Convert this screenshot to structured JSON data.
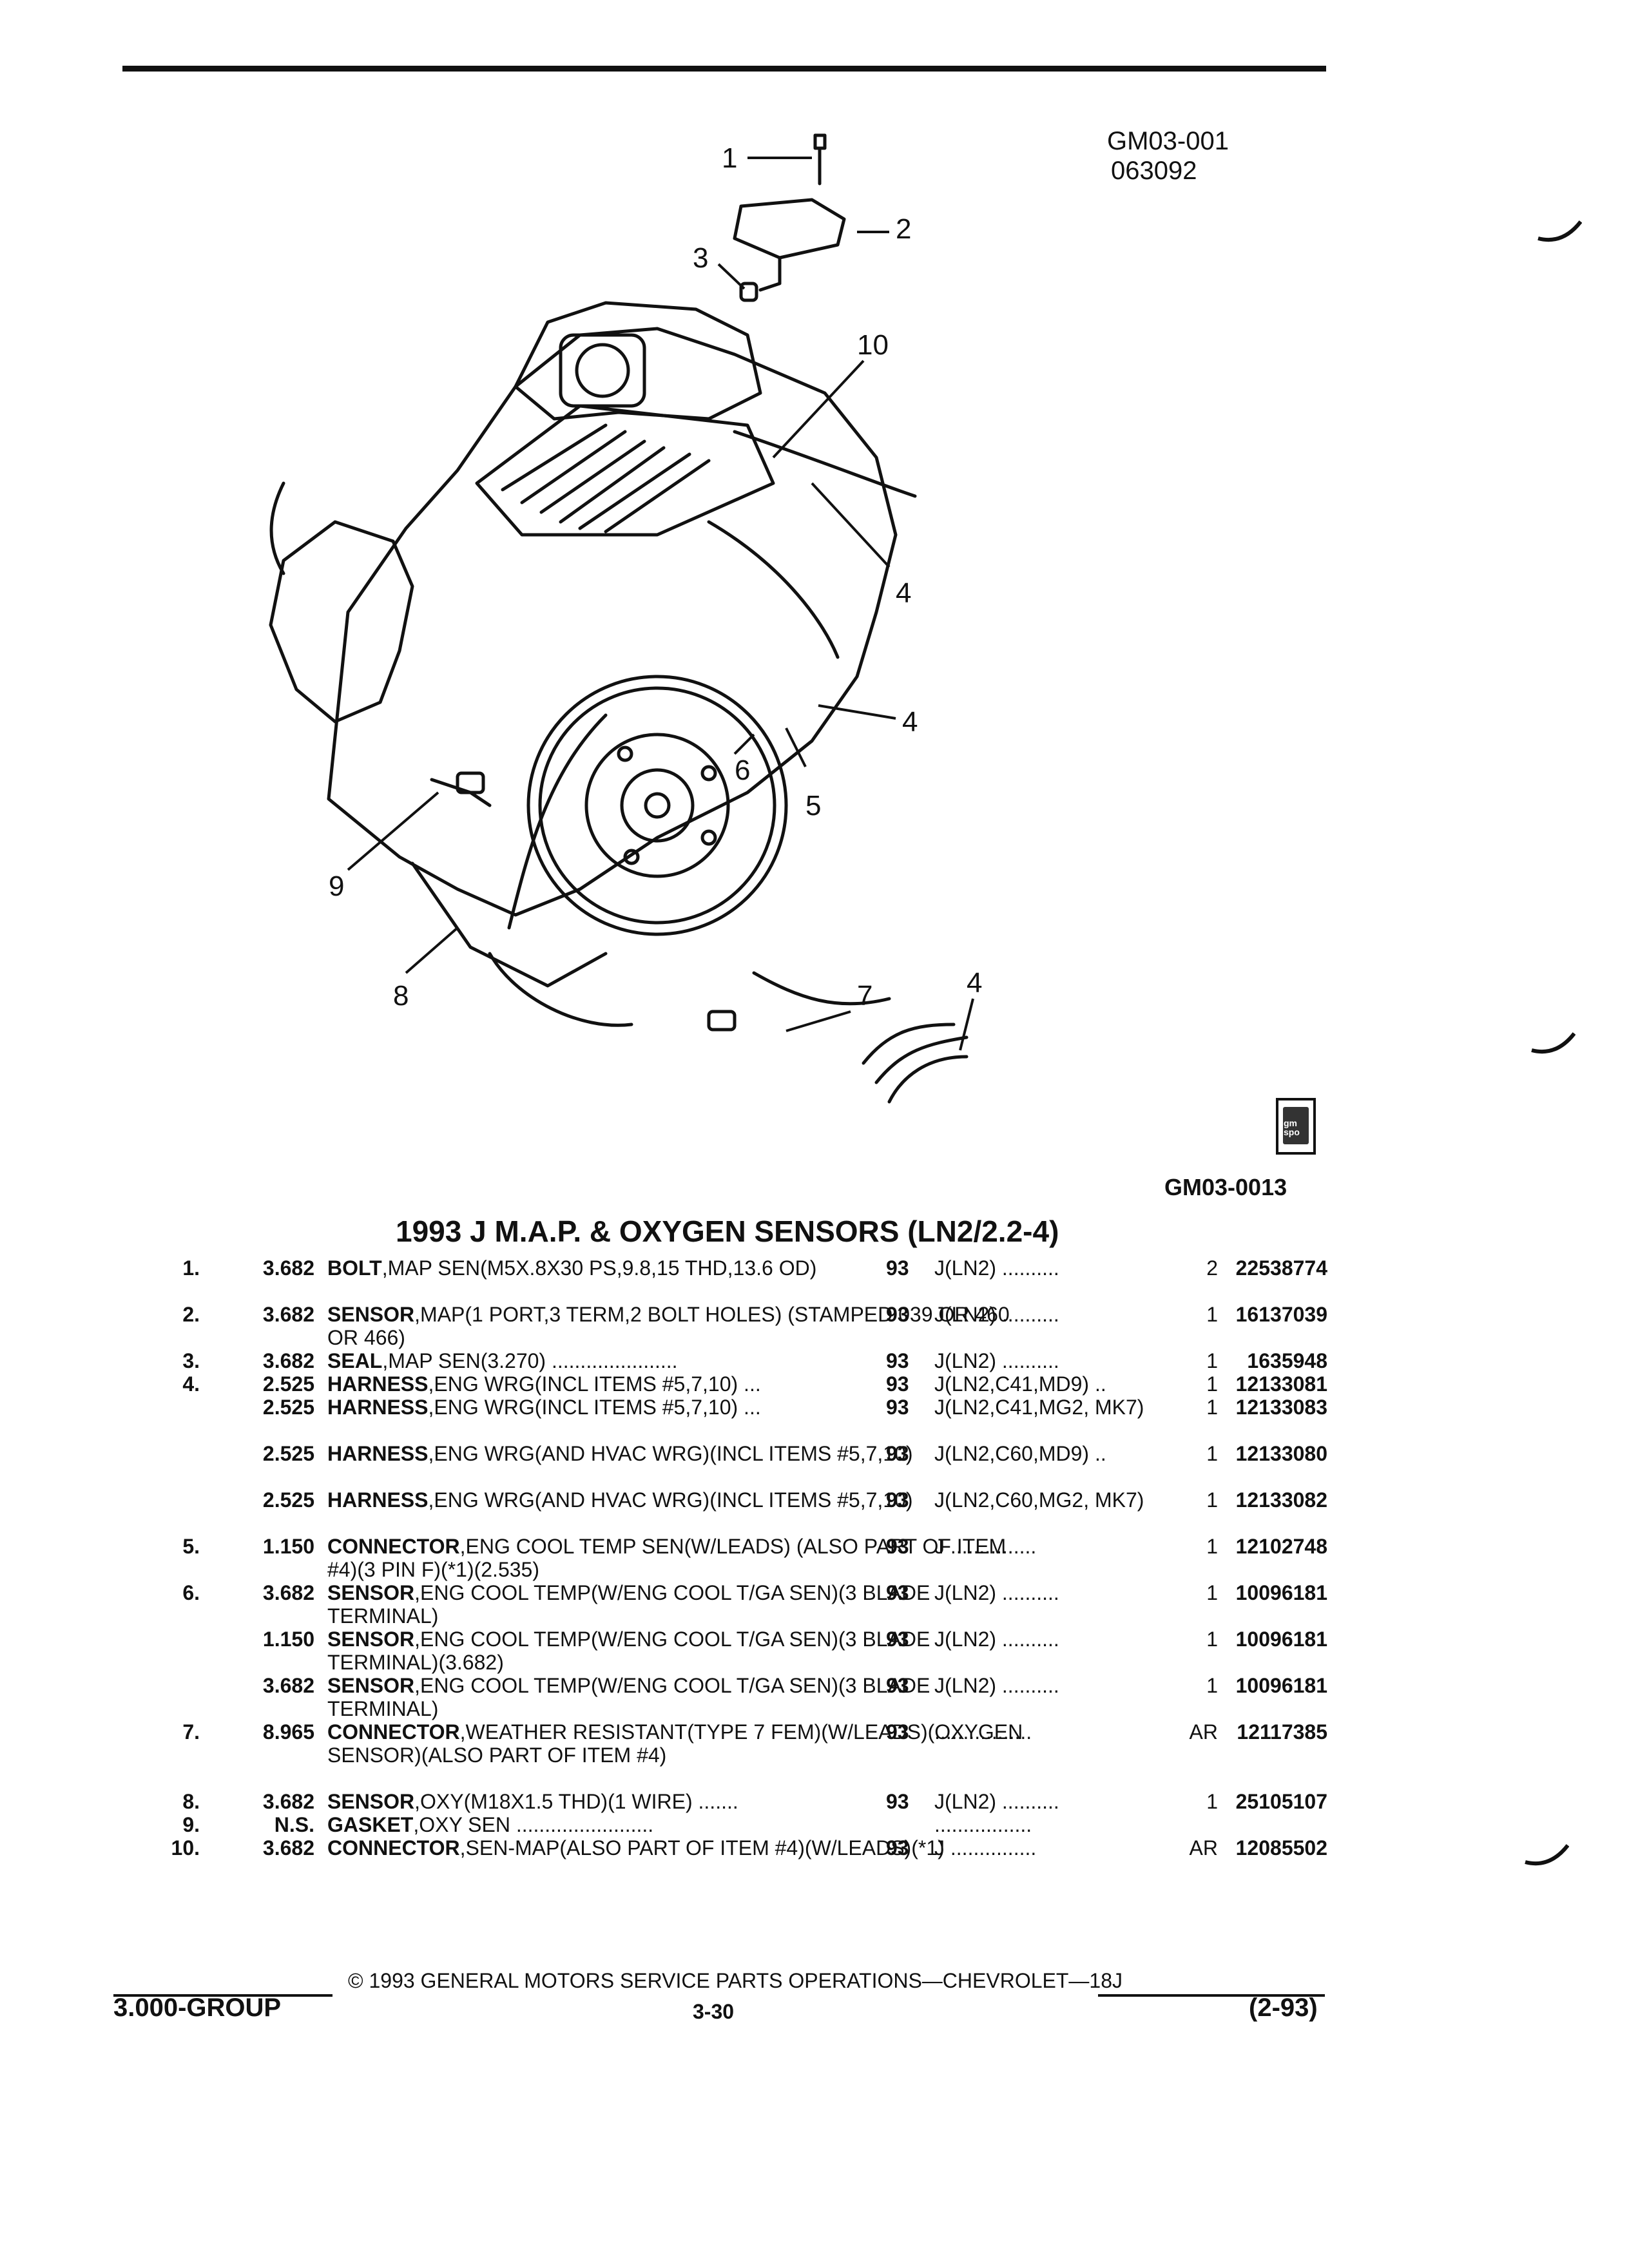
{
  "header": {
    "ref_code_1": "GM03-001",
    "ref_code_2": "063092"
  },
  "figure": {
    "callouts": [
      "1",
      "2",
      "3",
      "10",
      "4",
      "4",
      "6",
      "5",
      "9",
      "8",
      "7",
      "4"
    ],
    "code": "GM03-0013",
    "logo_text": "gm spo"
  },
  "title": "1993 J M.A.P. & OXYGEN SENSORS (LN2/2.2-4)",
  "parts": [
    {
      "no": "1.",
      "group": "3.682",
      "name": "BOLT",
      "desc": ",MAP SEN(M5X.8X30 PS,9.8,15 THD,13.6 OD)",
      "year": "93",
      "app": "J(LN2) ..........",
      "qty": "2",
      "part": "22538774"
    },
    {
      "no": "2.",
      "group": "3.682",
      "name": "SENSOR",
      "desc": ",MAP(1 PORT,3 TERM,2 BOLT HOLES) (STAMPED 039 OR 460 OR 466)",
      "year": "93",
      "app": "J(LN2) ..........",
      "qty": "1",
      "part": "16137039"
    },
    {
      "no": "3.",
      "group": "3.682",
      "name": "SEAL",
      "desc": ",MAP SEN(3.270) ......................",
      "year": "93",
      "app": "J(LN2) ..........",
      "qty": "1",
      "part": "1635948"
    },
    {
      "no": "4.",
      "group": "2.525",
      "name": "HARNESS",
      "desc": ",ENG WRG(INCL ITEMS #5,7,10) ...",
      "year": "93",
      "app": "J(LN2,C41,MD9) ..",
      "qty": "1",
      "part": "12133081"
    },
    {
      "no": "",
      "group": "2.525",
      "name": "HARNESS",
      "desc": ",ENG WRG(INCL ITEMS #5,7,10) ...",
      "year": "93",
      "app": "J(LN2,C41,MG2, MK7)",
      "qty": "1",
      "part": "12133083"
    },
    {
      "no": "",
      "group": "2.525",
      "name": "HARNESS",
      "desc": ",ENG WRG(AND HVAC WRG)(INCL ITEMS #5,7,10)",
      "year": "93",
      "app": "J(LN2,C60,MD9) ..",
      "qty": "1",
      "part": "12133080"
    },
    {
      "no": "",
      "group": "2.525",
      "name": "HARNESS",
      "desc": ",ENG WRG(AND HVAC WRG)(INCL ITEMS #5,7,10)",
      "year": "93",
      "app": "J(LN2,C60,MG2, MK7)",
      "qty": "1",
      "part": "12133082"
    },
    {
      "no": "5.",
      "group": "1.150",
      "name": "CONNECTOR",
      "desc": ",ENG COOL TEMP SEN(W/LEADS) (ALSO PART OF ITEM #4)(3 PIN F)(*1)(2.535)",
      "year": "93",
      "app": "J ...............",
      "qty": "1",
      "part": "12102748"
    },
    {
      "no": "6.",
      "group": "3.682",
      "name": "SENSOR",
      "desc": ",ENG COOL TEMP(W/ENG COOL T/GA SEN)(3 BLADE TERMINAL)",
      "year": "93",
      "app": "J(LN2) ..........",
      "qty": "1",
      "part": "10096181"
    },
    {
      "no": "",
      "group": "1.150",
      "name": "SENSOR",
      "desc": ",ENG COOL TEMP(W/ENG COOL T/GA SEN)(3 BLADE TERMINAL)(3.682)",
      "year": "93",
      "app": "J(LN2) ..........",
      "qty": "1",
      "part": "10096181"
    },
    {
      "no": "",
      "group": "3.682",
      "name": "SENSOR",
      "desc": ",ENG COOL TEMP(W/ENG COOL T/GA SEN)(3 BLADE TERMINAL)",
      "year": "93",
      "app": "J(LN2) ..........",
      "qty": "1",
      "part": "10096181"
    },
    {
      "no": "7.",
      "group": "8.965",
      "name": "CONNECTOR",
      "desc": ",WEATHER RESISTANT(TYPE 7 FEM)(W/LEADS)(OXYGEN SENSOR)(ALSO PART OF ITEM #4)",
      "year": "93",
      "app": ".................",
      "qty": "AR",
      "part": "12117385"
    },
    {
      "no": "8.",
      "group": "3.682",
      "name": "SENSOR",
      "desc": ",OXY(M18X1.5 THD)(1 WIRE) .......",
      "year": "93",
      "app": "J(LN2) ..........",
      "qty": "1",
      "part": "25105107"
    },
    {
      "no": "9.",
      "group": "N.S.",
      "name": "GASKET",
      "desc": ",OXY SEN ........................",
      "year": "",
      "app": ".................",
      "qty": "",
      "part": ""
    },
    {
      "no": "10.",
      "group": "3.682",
      "name": "CONNECTOR",
      "desc": ",SEN-MAP(ALSO PART OF ITEM #4)(W/LEADS)(*1)",
      "year": "93",
      "app": "J ...............",
      "qty": "AR",
      "part": "12085502"
    }
  ],
  "footer": {
    "copyright": "© 1993 GENERAL MOTORS SERVICE PARTS OPERATIONS—CHEVROLET—18J",
    "group": "3.000-GROUP",
    "page": "3-30",
    "revision": "(2-93)"
  }
}
